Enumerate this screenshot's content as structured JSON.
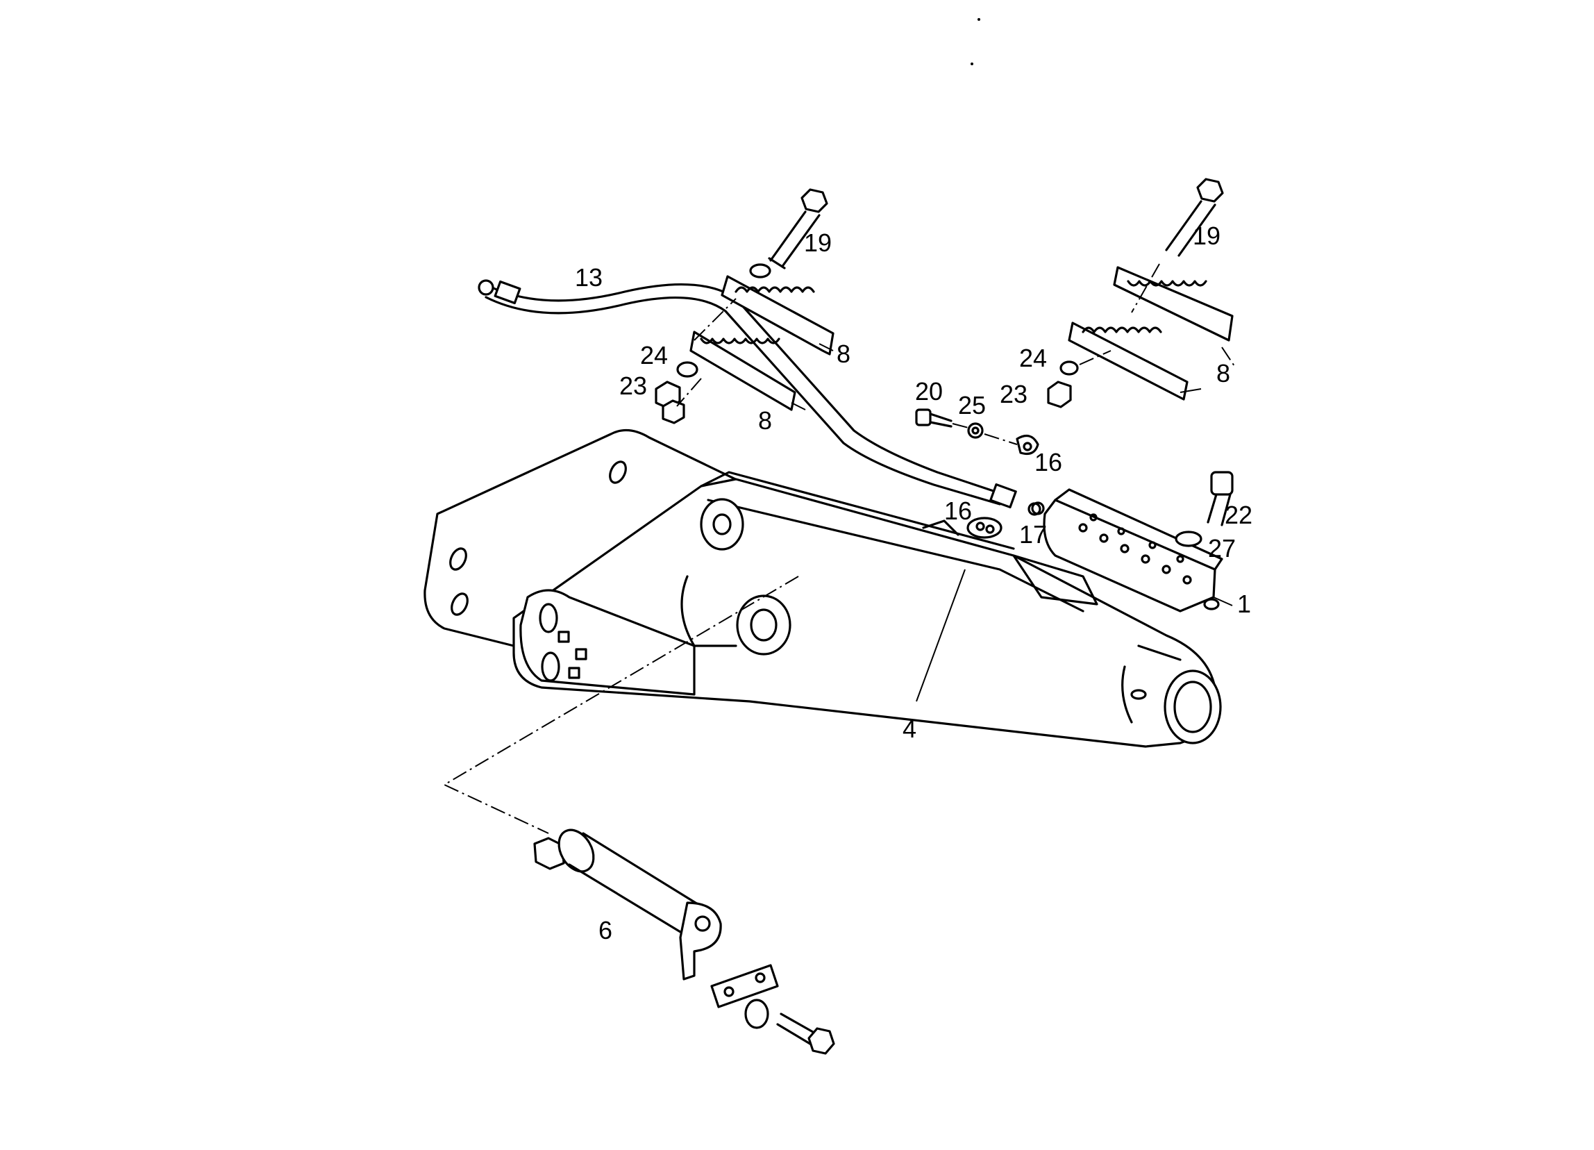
{
  "diagram": {
    "callouts": {
      "main_arm": "4",
      "pin_assembly": "6",
      "hose": "13",
      "valve_block": "1",
      "bolt_long_left": "19",
      "bolt_long_right": "19",
      "clamp_upper_left": "8",
      "clamp_lower_left": "8",
      "clamp_right": "8",
      "washer_left": "24",
      "nut_left": "23",
      "washer_right": "24",
      "nut_right": "23",
      "screw_20": "20",
      "washer_25": "25",
      "fitting_upper": "16",
      "fitting_lower": "16",
      "oring_17": "17",
      "capscrew_22": "22",
      "washer_27": "27"
    }
  }
}
